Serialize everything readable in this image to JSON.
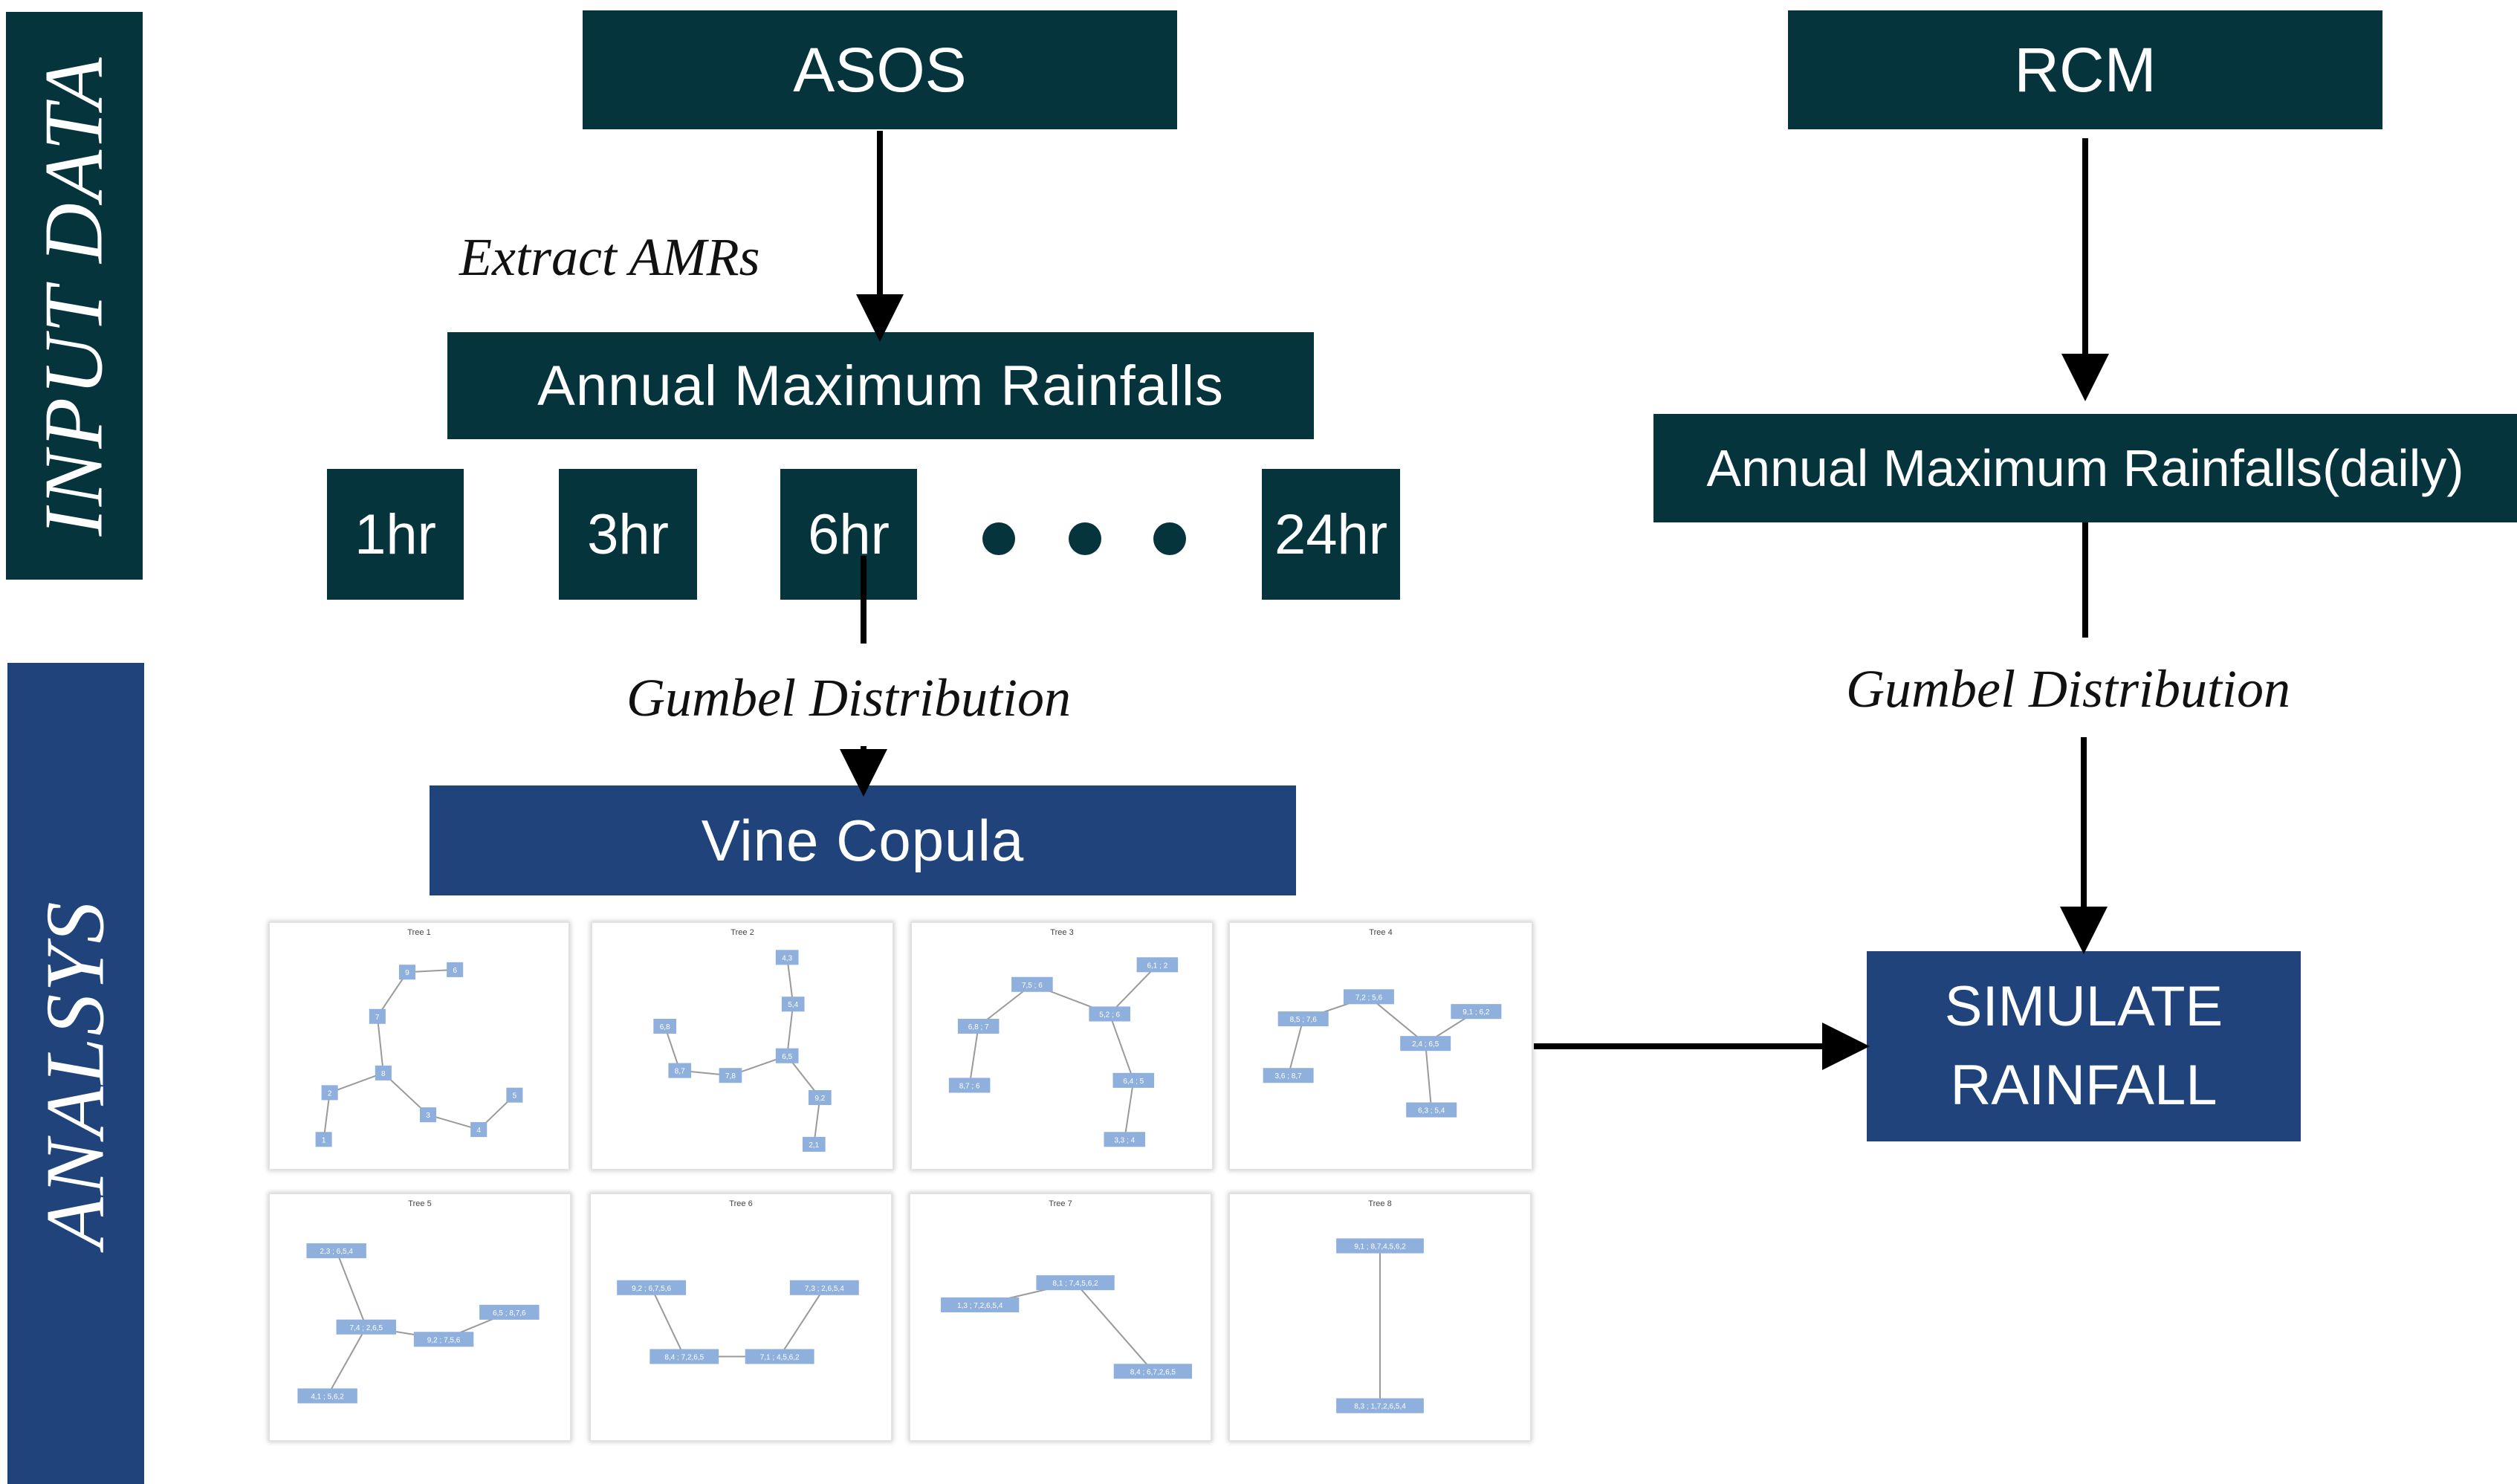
{
  "sections": {
    "input": "INPUT DATA",
    "analysis": "ANALSYS"
  },
  "asos": {
    "title": "ASOS",
    "extract_label": "Extract AMRs",
    "amr_label": "Annual Maximum Rainfalls",
    "durations": [
      "1hr",
      "3hr",
      "6hr",
      "24hr"
    ],
    "gumbel_label": "Gumbel Distribution",
    "vine_label": "Vine Copula"
  },
  "rcm": {
    "title": "RCM",
    "amr_label": "Annual Maximum Rainfalls(daily)",
    "gumbel_label": "Gumbel Distribution"
  },
  "simulate": {
    "line1": "SIMULATE",
    "line2": "RAINFALL"
  },
  "colors": {
    "dark_teal": "#06343c",
    "navy": "#1f437a",
    "node_blue": "#8fb0dd"
  },
  "trees": [
    {
      "title": "Tree 1",
      "nodes": [
        {
          "label": "9"
        },
        {
          "label": "6"
        },
        {
          "label": "7"
        },
        {
          "label": "8"
        },
        {
          "label": "2"
        },
        {
          "label": "1"
        },
        {
          "label": "3"
        },
        {
          "label": "4"
        },
        {
          "label": "5"
        }
      ],
      "edges": [
        [
          0,
          1
        ],
        [
          0,
          2
        ],
        [
          2,
          3
        ],
        [
          3,
          4
        ],
        [
          4,
          5
        ],
        [
          3,
          6
        ],
        [
          6,
          7
        ],
        [
          7,
          8
        ]
      ]
    },
    {
      "title": "Tree 2",
      "nodes": [
        {
          "label": "4,3"
        },
        {
          "label": "5,4"
        },
        {
          "label": "6,8"
        },
        {
          "label": "8,7"
        },
        {
          "label": "7,8"
        },
        {
          "label": "6,5"
        },
        {
          "label": "9,2"
        },
        {
          "label": "2,1"
        }
      ],
      "edges": [
        [
          0,
          1
        ],
        [
          1,
          5
        ],
        [
          2,
          3
        ],
        [
          3,
          4
        ],
        [
          4,
          5
        ],
        [
          5,
          6
        ],
        [
          6,
          7
        ]
      ]
    },
    {
      "title": "Tree 3",
      "nodes": [
        {
          "label": "7,5 ; 6"
        },
        {
          "label": "6,1 ; 2"
        },
        {
          "label": "6,8 ; 7"
        },
        {
          "label": "5,2 ; 6"
        },
        {
          "label": "8,7 ; 6"
        },
        {
          "label": "6,4 ; 5"
        },
        {
          "label": "3,3 ; 4"
        }
      ],
      "edges": [
        [
          0,
          2
        ],
        [
          2,
          4
        ],
        [
          0,
          3
        ],
        [
          3,
          1
        ],
        [
          3,
          5
        ],
        [
          5,
          6
        ]
      ]
    },
    {
      "title": "Tree 4",
      "nodes": [
        {
          "label": "7,2 ; 5,6"
        },
        {
          "label": "8,5 ; 7,6"
        },
        {
          "label": "9,1 ; 6,2"
        },
        {
          "label": "3,6 ; 8,7"
        },
        {
          "label": "2,4 ; 6,5"
        },
        {
          "label": "6,3 ; 5,4"
        }
      ],
      "edges": [
        [
          1,
          3
        ],
        [
          1,
          0
        ],
        [
          0,
          4
        ],
        [
          4,
          2
        ],
        [
          4,
          5
        ]
      ]
    },
    {
      "title": "Tree 5",
      "nodes": [
        {
          "label": "2,3 ; 6,5,4"
        },
        {
          "label": "7,4 ; 2,6,5"
        },
        {
          "label": "9,2 ; 7,5,6"
        },
        {
          "label": "6,5 ; 8,7,6"
        },
        {
          "label": "4,1 ; 5,6,2"
        }
      ],
      "edges": [
        [
          0,
          1
        ],
        [
          1,
          2
        ],
        [
          2,
          3
        ],
        [
          1,
          4
        ]
      ]
    },
    {
      "title": "Tree 6",
      "nodes": [
        {
          "label": "9,2 ; 6,7,5,6"
        },
        {
          "label": "7,3 ; 2,6,5,4"
        },
        {
          "label": "8,4 ; 7,2,6,5"
        },
        {
          "label": "7,1 ; 4,5,6,2"
        }
      ],
      "edges": [
        [
          0,
          2
        ],
        [
          2,
          3
        ],
        [
          3,
          1
        ]
      ]
    },
    {
      "title": "Tree 7",
      "nodes": [
        {
          "label": "1,3 ; 7,2,6,5,4"
        },
        {
          "label": "8,1 ; 7,4,5,6,2"
        },
        {
          "label": "8,4 ; 6,7,2,6,5"
        }
      ],
      "edges": [
        [
          0,
          1
        ],
        [
          1,
          2
        ]
      ]
    },
    {
      "title": "Tree 8",
      "nodes": [
        {
          "label": "9,1 ; 8,7,4,5,6,2"
        },
        {
          "label": "8,3 ; 1,7,2,6,5,4"
        }
      ],
      "edges": [
        [
          0,
          1
        ]
      ]
    }
  ]
}
